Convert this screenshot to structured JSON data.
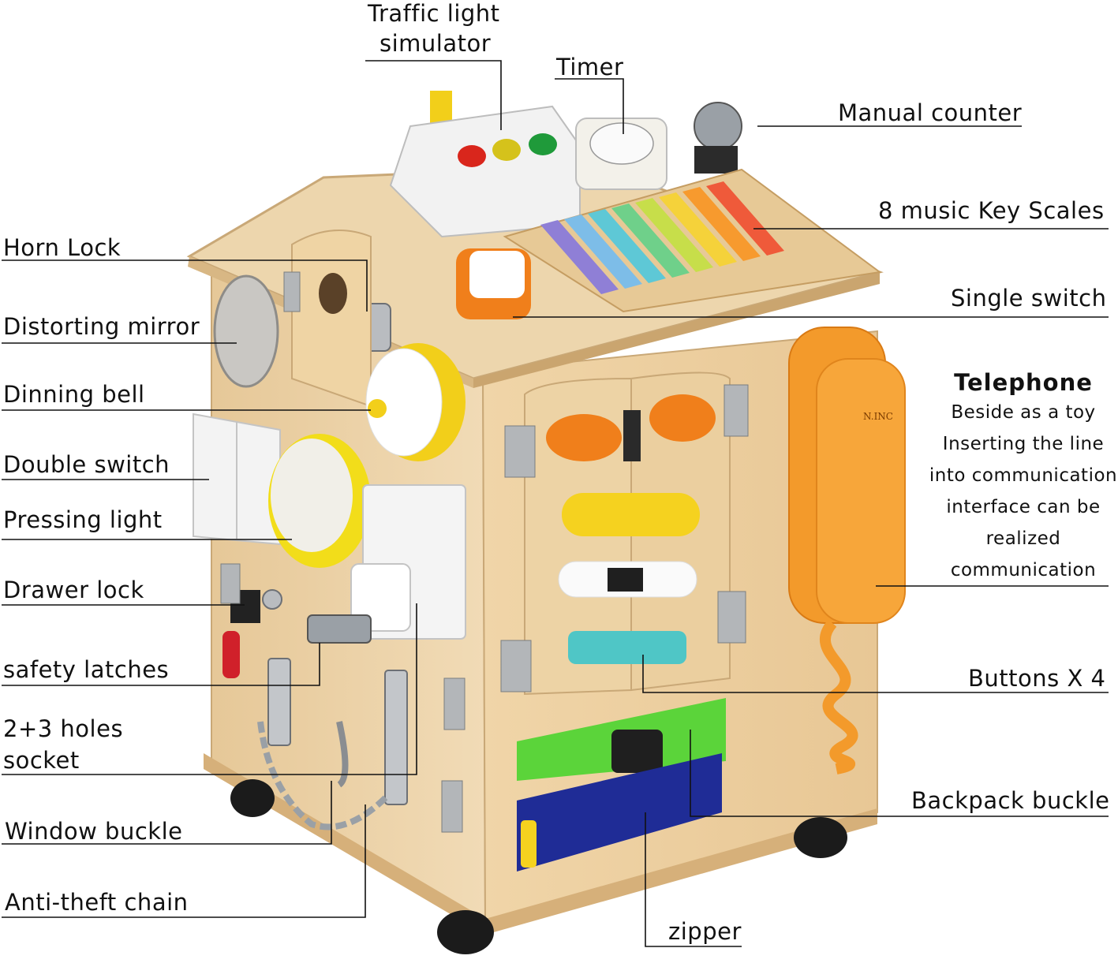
{
  "labels": {
    "traffic_light_line1": "Traffic light",
    "traffic_light_line2": "simulator",
    "timer": "Timer",
    "manual_counter": "Manual counter",
    "music_keys": "8 music Key Scales",
    "horn_lock": "Horn Lock",
    "single_switch": "Single switch",
    "distorting_mirror": "Distorting mirror",
    "dinning_bell": "Dinning bell",
    "double_switch": "Double switch",
    "pressing_light": "Pressing light",
    "drawer_lock": "Drawer lock",
    "safety_latches": "safety latches",
    "socket_line1": "2+3 holes",
    "socket_line2": "socket",
    "window_buckle": "Window buckle",
    "anti_theft_chain": "Anti-theft chain",
    "buttons": "Buttons X 4",
    "backpack_buckle": "Backpack buckle",
    "zipper": "zipper"
  },
  "telephone": {
    "title": "Telephone",
    "lines": [
      "Beside as a toy",
      "Inserting the line",
      "into communication",
      "interface can be",
      "realized",
      "communication"
    ],
    "brand": "N.INC"
  },
  "colors": {
    "wood": "#e9cfa4",
    "wood_dark": "#d9b987",
    "phone": "#f39a2b",
    "xylophone": [
      "#8f7fd6",
      "#7dbde8",
      "#5ec8d6",
      "#6fd08a",
      "#c7de4a",
      "#f5d23a",
      "#f79a2e",
      "#ef5a3a"
    ]
  }
}
